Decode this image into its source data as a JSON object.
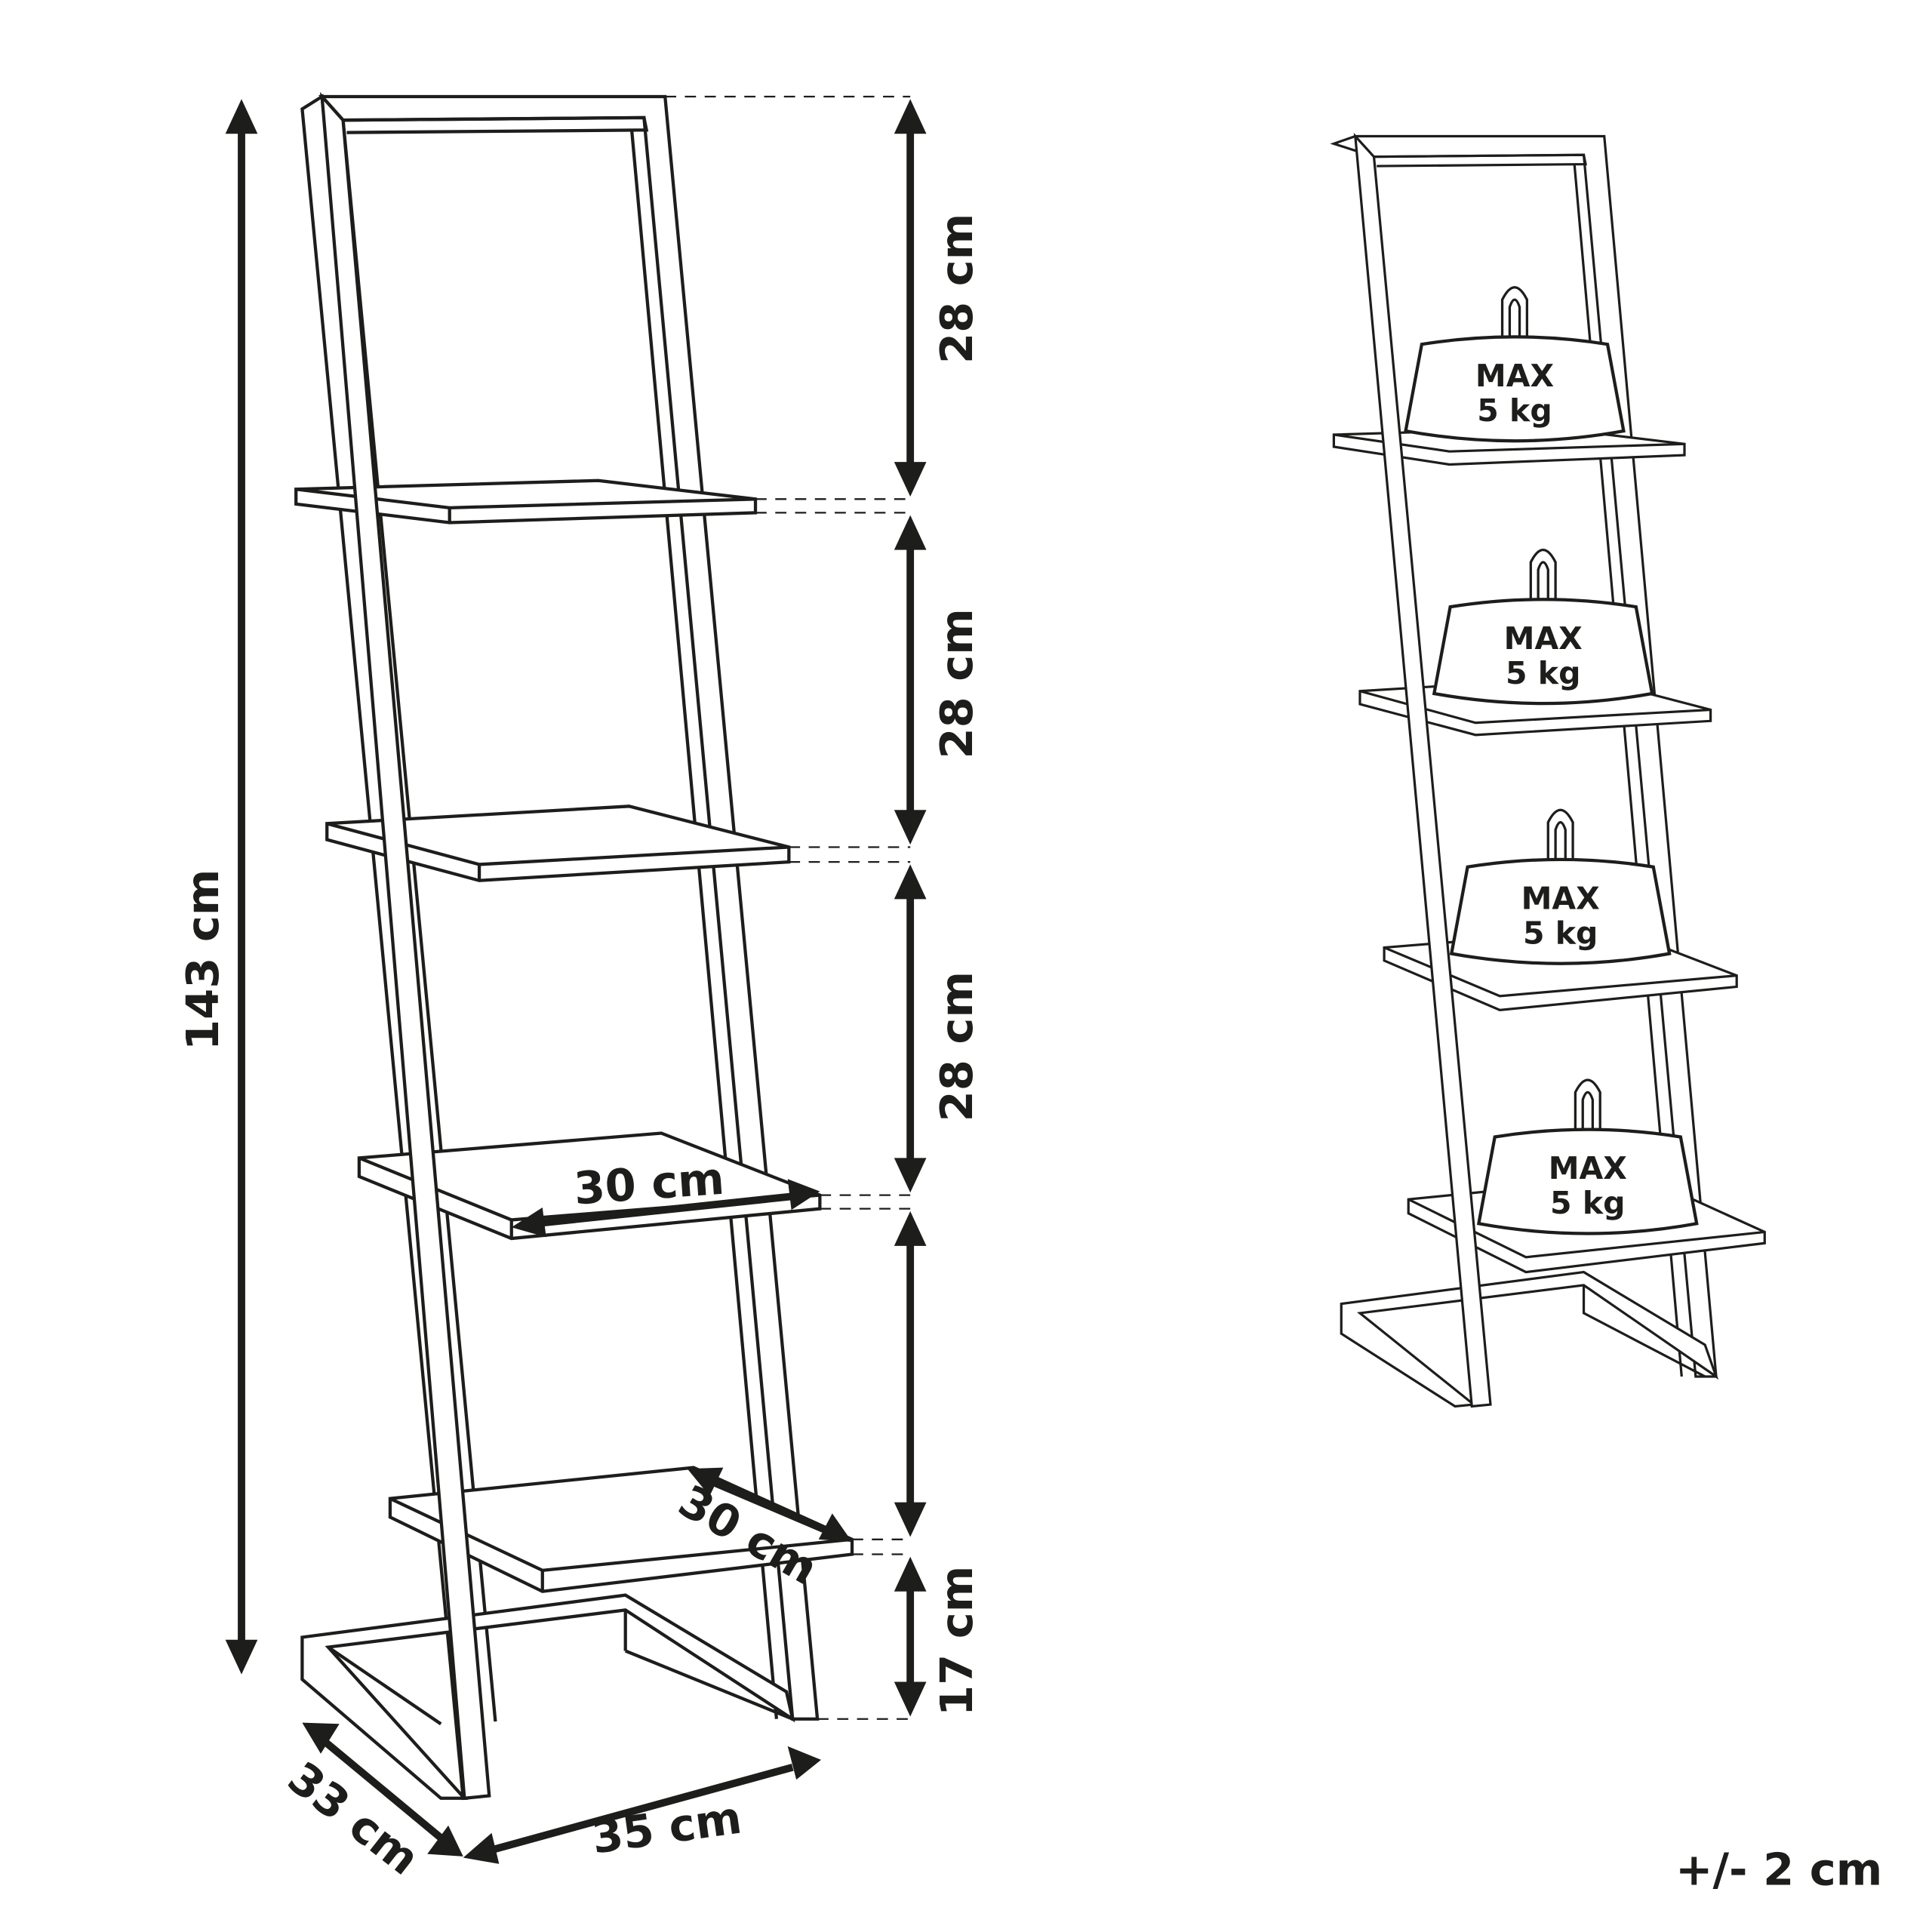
{
  "diagram": {
    "type": "product-dimension-drawing",
    "subject": "ladder shelf",
    "colors": {
      "line": "#1d1d1b",
      "background": "#ffffff"
    },
    "dimensions": {
      "total_height": "143 cm",
      "shelf_spacing": [
        "28 cm",
        "28 cm",
        "28 cm"
      ],
      "bottom_clearance": "17 cm",
      "shelf_width": "30 cm",
      "shelf_depth": "30 cm",
      "base_depth": "33 cm",
      "base_width": "35 cm"
    },
    "load_view": {
      "shelf_count": 4,
      "weights": [
        {
          "line1": "MAX",
          "line2": "5 kg"
        },
        {
          "line1": "MAX",
          "line2": "5 kg"
        },
        {
          "line1": "MAX",
          "line2": "5 kg"
        },
        {
          "line1": "MAX",
          "line2": "5 kg"
        }
      ]
    },
    "tolerance": "+/- 2 cm"
  }
}
